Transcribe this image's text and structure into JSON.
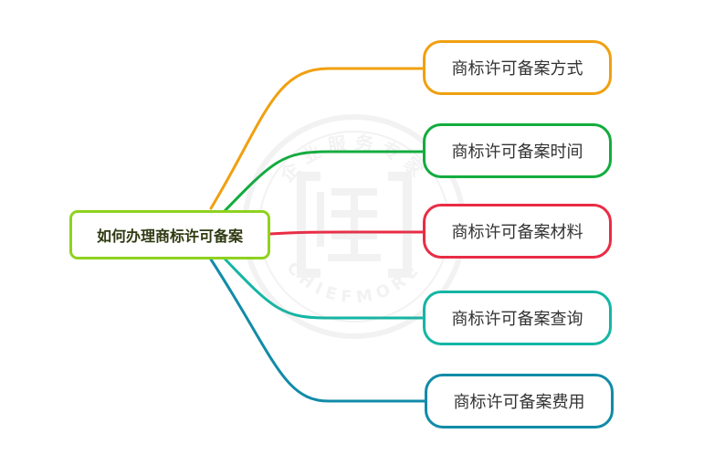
{
  "diagram": {
    "root": {
      "label": "如何办理商标许可备案",
      "color": "#8fd21f"
    },
    "branches": [
      {
        "label": "商标许可备案方式",
        "color": "#f0a010"
      },
      {
        "label": "商标许可备案时间",
        "color": "#12ac3e"
      },
      {
        "label": "商标许可备案材料",
        "color": "#ea2c45"
      },
      {
        "label": "商标许可备案查询",
        "color": "#14b6a4"
      },
      {
        "label": "商标许可备案费用",
        "color": "#118ba8"
      }
    ]
  },
  "watermark": {
    "top_text": "企业服务专家",
    "bottom_text": "CHIEFMORE",
    "color": "#888888"
  }
}
